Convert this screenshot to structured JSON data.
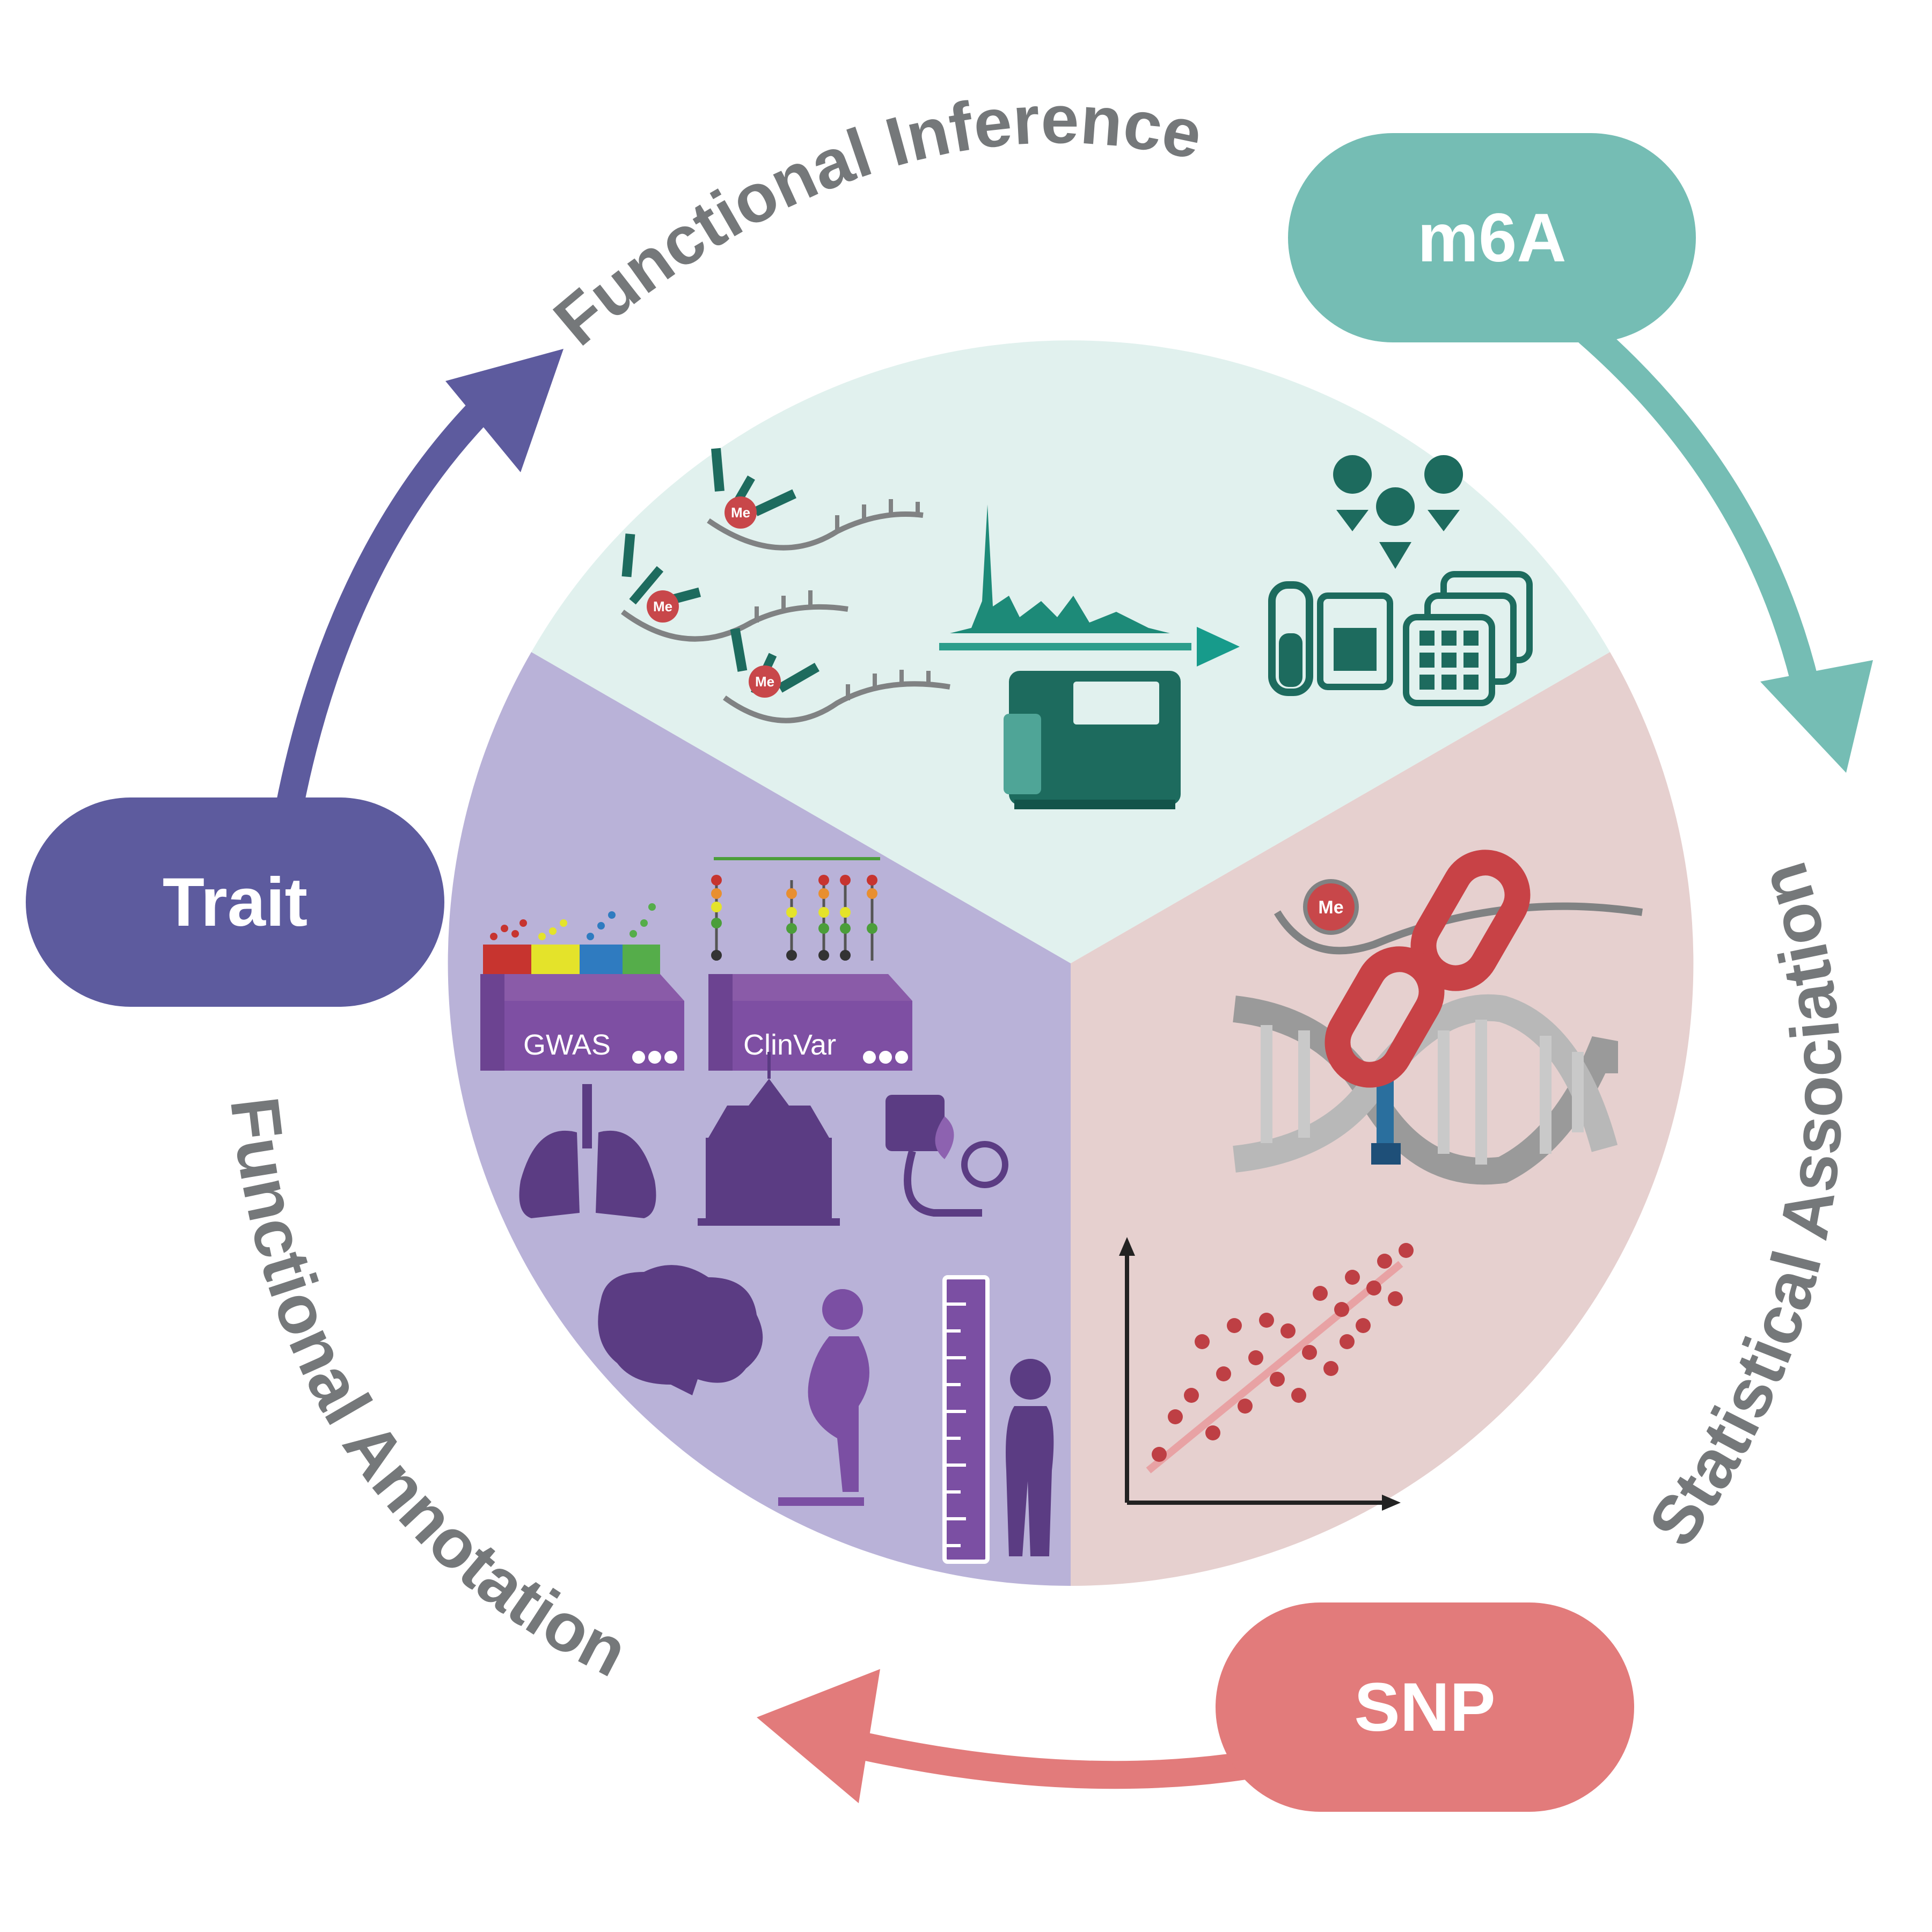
{
  "nodes": {
    "m6a": {
      "label": "m6A",
      "color": "#75bdb4"
    },
    "trait": {
      "label": "Trait",
      "color": "#5d5b9e"
    },
    "snp": {
      "label": "SNP",
      "color": "#e27b7b"
    }
  },
  "arcs": {
    "functional_inference": {
      "label": "Functional Inference",
      "color": "#75787a"
    },
    "statistical_association": {
      "label": "Statistical Association",
      "color": "#75787a"
    },
    "functional_annotation": {
      "label": "Functional Annotation",
      "color": "#75787a"
    }
  },
  "sectors": {
    "m6a_detection": {
      "color": "#e1f1ee",
      "icon": "antibody-peak-sequencer-icons"
    },
    "association": {
      "color": "#e6d0cf",
      "icon": "link-dna-scatter-icons"
    },
    "traits": {
      "color": "#b9b2d8",
      "icon": "trait-database-icons"
    }
  },
  "markers": {
    "methyl": "Me"
  },
  "databases": {
    "gwas": "GWAS",
    "clinvar": "ClinVar"
  }
}
